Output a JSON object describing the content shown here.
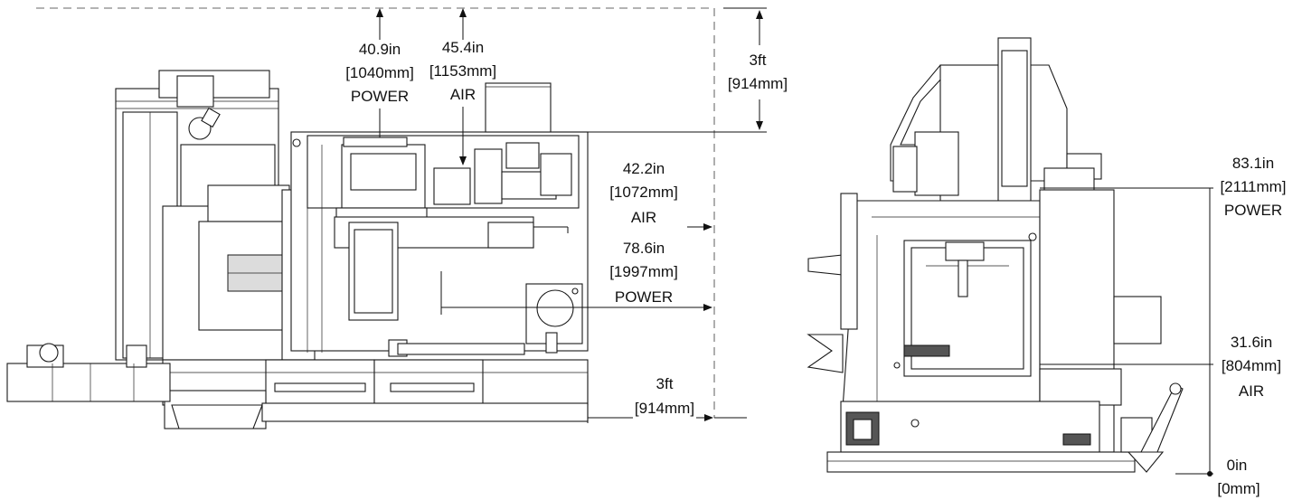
{
  "dims": {
    "power_top": {
      "value": "40.9in",
      "metric": "1040mm",
      "type": "POWER"
    },
    "air_top": {
      "value": "45.4in",
      "metric": "1153mm",
      "type": "AIR"
    },
    "clearance_top": {
      "value": "3ft",
      "metric": "914mm"
    },
    "air_right": {
      "value": "42.2in",
      "metric": "1072mm",
      "type": "AIR"
    },
    "power_right": {
      "value": "78.6in",
      "metric": "1997mm",
      "type": "POWER"
    },
    "clearance_bottom": {
      "value": "3ft",
      "metric": "914mm"
    },
    "side_power": {
      "value": "83.1in",
      "metric": "2111mm",
      "type": "POWER"
    },
    "side_air": {
      "value": "31.6in",
      "metric": "804mm",
      "type": "AIR"
    },
    "side_floor": {
      "value": "0in",
      "metric": "0mm"
    }
  },
  "colors": {
    "line": "#111111",
    "dashed_boundary": "#9a9a9a"
  }
}
